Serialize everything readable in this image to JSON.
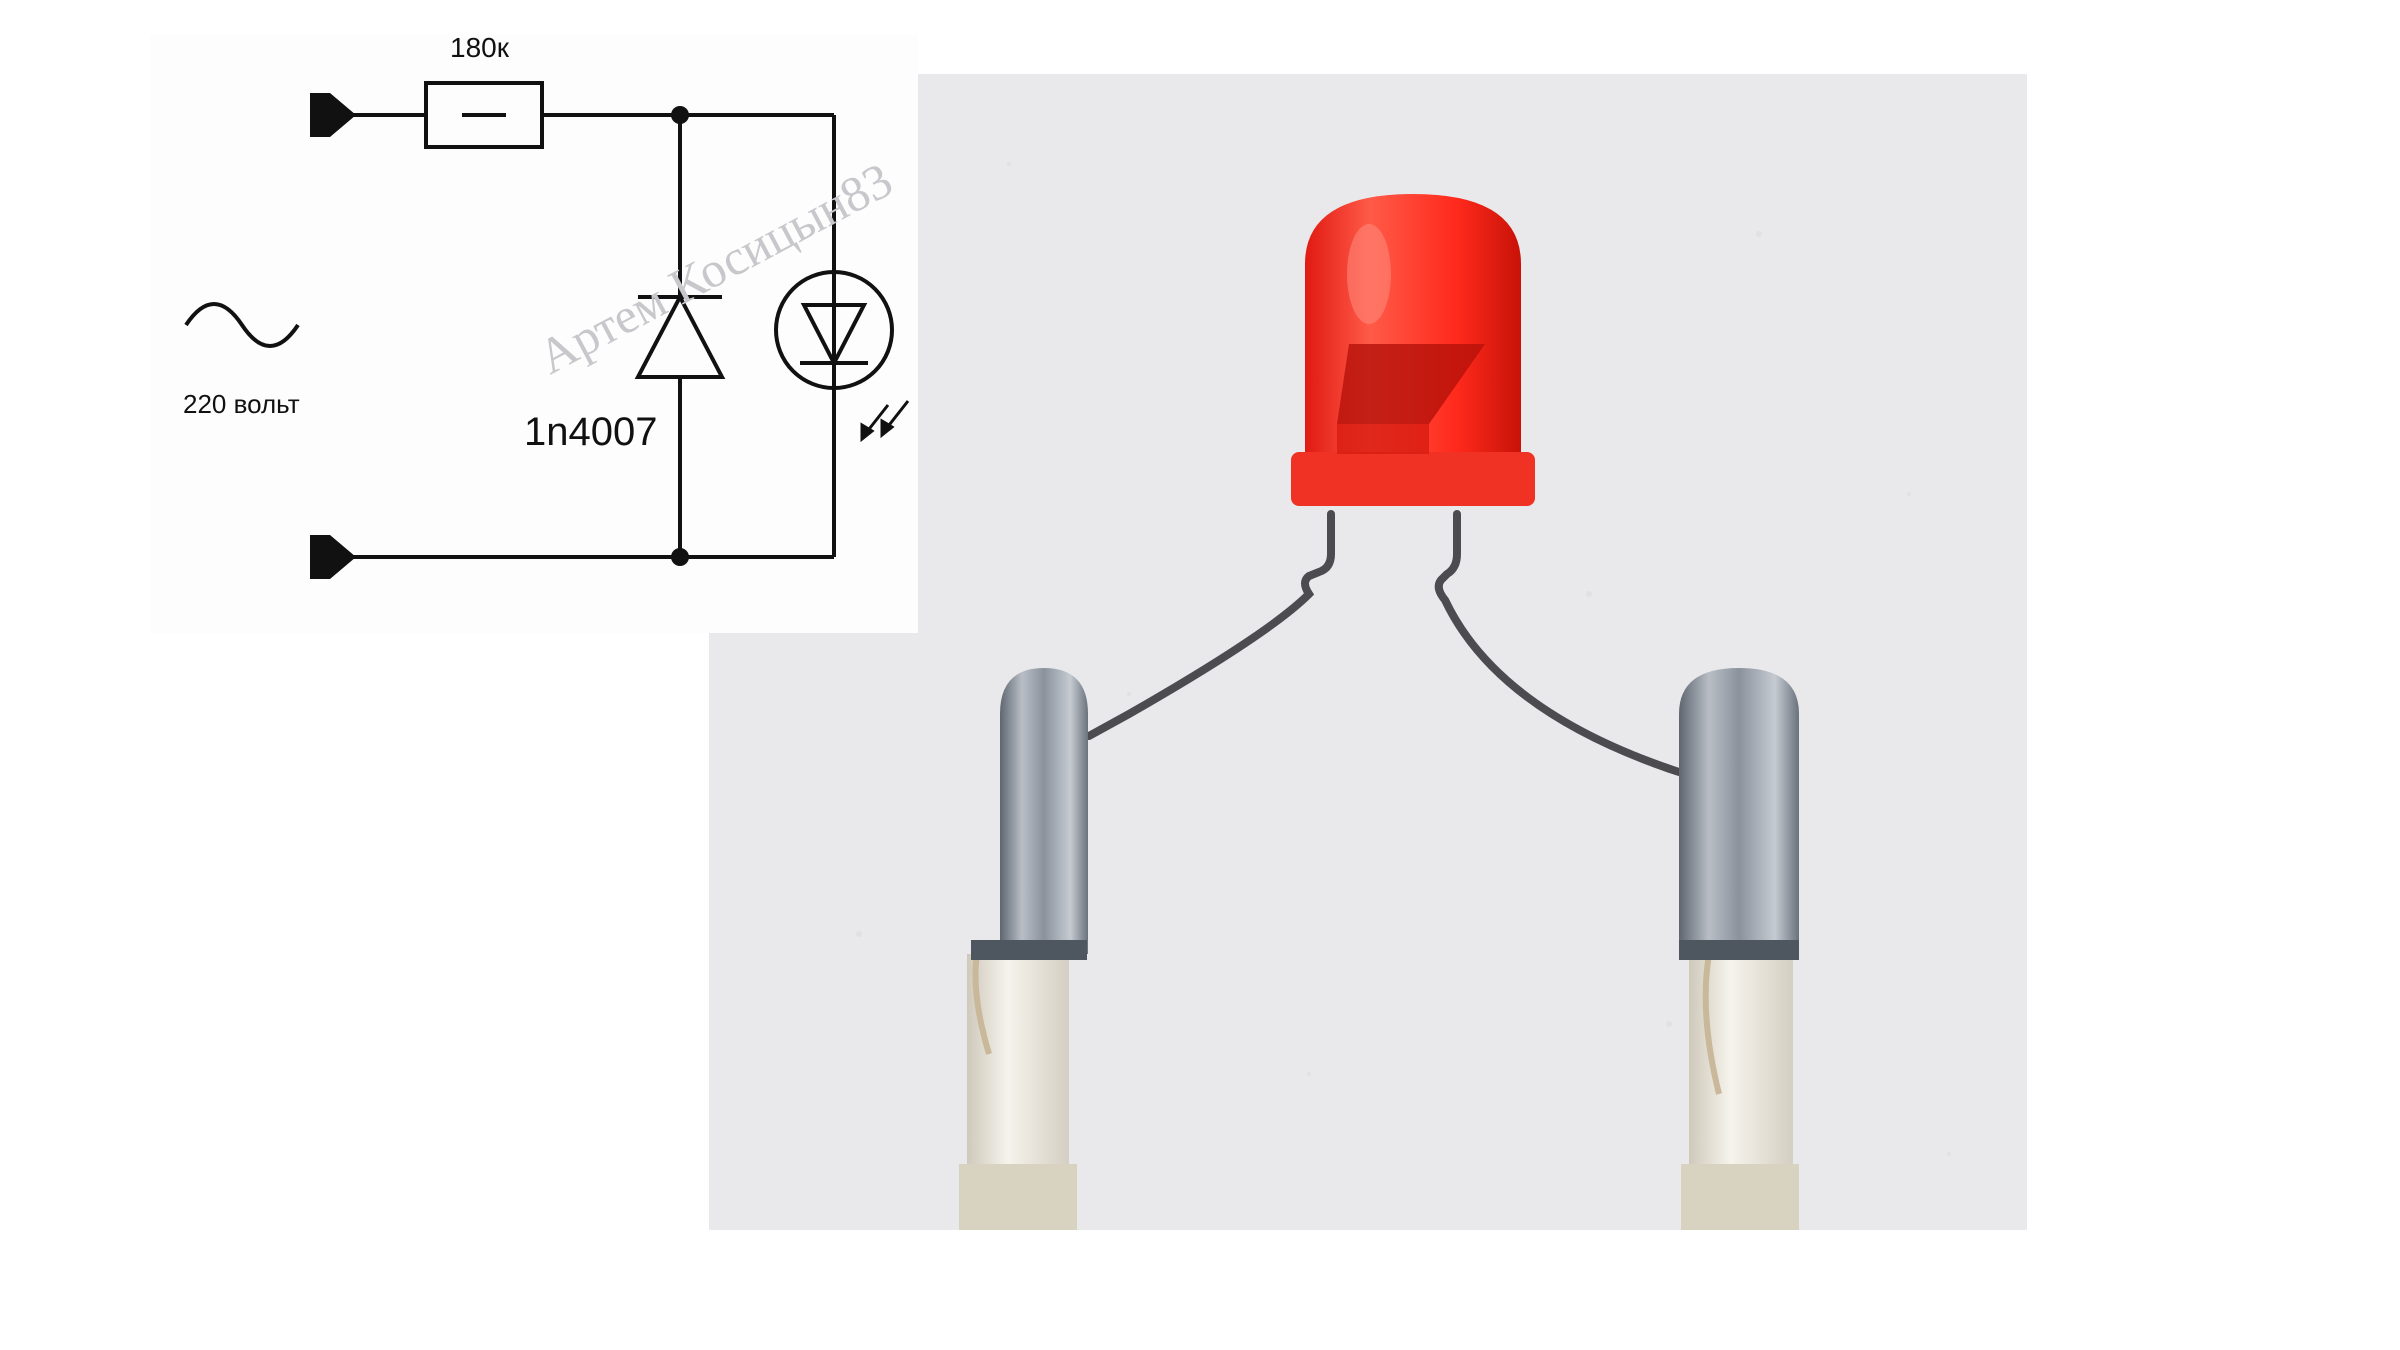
{
  "schematic": {
    "resistor_label": "180к",
    "voltage_label": "220 вольт",
    "diode_label": "1n4007",
    "watermark": "Артем Косицын83",
    "ac_symbol_icon": "sine-wave-icon",
    "line_color": "#111111"
  },
  "photo": {
    "led_color": "#ff2a1c",
    "wire_insulation_color": "#ece8de",
    "terminal_color": "#9aa0a8",
    "background_color": "#e9e9eb"
  }
}
